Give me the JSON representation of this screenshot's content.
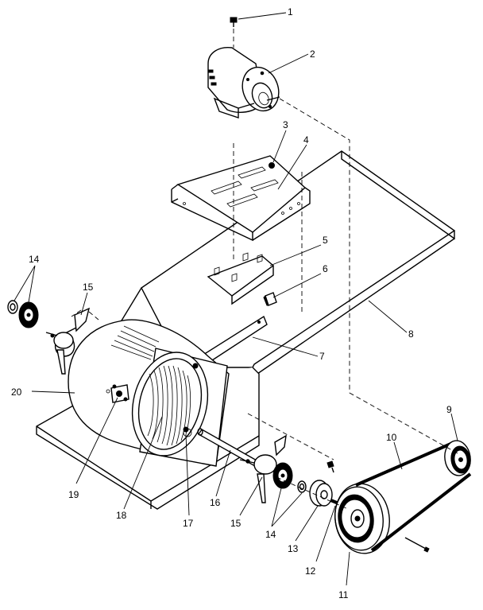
{
  "labels": {
    "l1": "1",
    "l2": "2",
    "l3": "3",
    "l4": "4",
    "l5": "5",
    "l6": "6",
    "l7": "7",
    "l8": "8",
    "l9": "9",
    "l10": "10",
    "l11": "11",
    "l12": "12",
    "l13": "13",
    "l14a": "14",
    "l14b": "14",
    "l15a": "15",
    "l15b": "15",
    "l16": "16",
    "l17": "17",
    "l18": "18",
    "l19": "19",
    "l20": "20"
  }
}
